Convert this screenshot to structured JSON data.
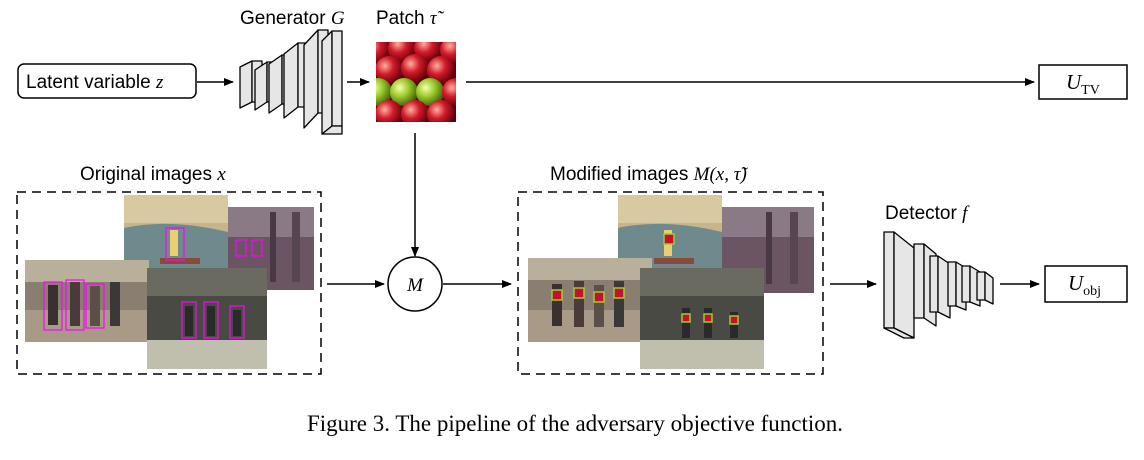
{
  "diagram": {
    "latent": {
      "label": "Latent variable",
      "symbol": "z"
    },
    "generator": {
      "label": "Generator",
      "symbol": "G"
    },
    "patch": {
      "label": "Patch",
      "symbol": "τ̃"
    },
    "utv": {
      "base": "U",
      "sub": "TV"
    },
    "original": {
      "label": "Original images",
      "symbol": "x"
    },
    "modify_op": {
      "symbol": "M"
    },
    "modified": {
      "label": "Modified images",
      "symbol": "M(x, τ̃)"
    },
    "detector": {
      "label": "Detector",
      "symbol": "f"
    },
    "uobj": {
      "base": "U",
      "sub": "obj"
    }
  },
  "caption": "Figure 3. The pipeline of the adversary objective function.",
  "colors": {
    "line": "#000000",
    "layer_fill": "#e6e6e6",
    "patch_red": "#c8102e",
    "patch_green": "#9acd32",
    "detection_box": "#ff00ff"
  }
}
